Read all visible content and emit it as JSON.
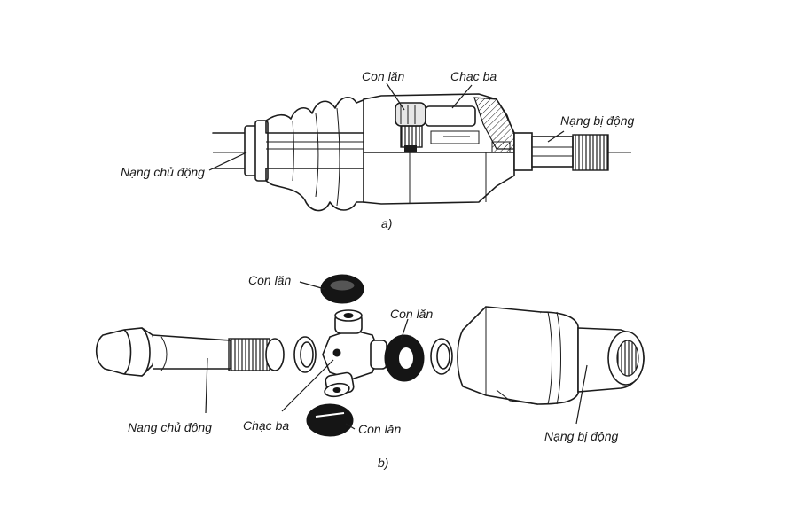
{
  "figure_a": {
    "caption": "a)",
    "labels": {
      "roller": "Con lăn",
      "tripod": "Chạc ba",
      "driven_yoke": "Nạng bị động",
      "driving_yoke": "Nạng chủ động"
    }
  },
  "figure_b": {
    "caption": "b)",
    "labels": {
      "roller_top": "Con lăn",
      "roller_right": "Con lăn",
      "roller_bottom": "Con lăn",
      "tripod": "Chạc ba",
      "driving_yoke": "Nạng chủ động",
      "driven_yoke": "Nạng bị động"
    }
  },
  "colors": {
    "ink": "#1c1c1c",
    "paper": "#ffffff"
  }
}
